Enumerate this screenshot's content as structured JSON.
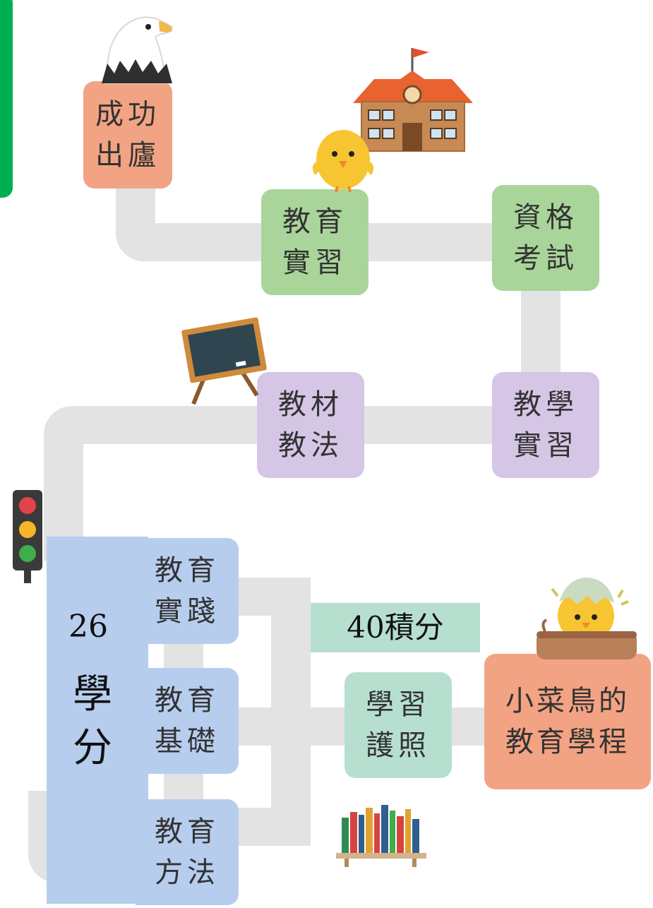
{
  "nodes": {
    "success": [
      "成功",
      "出廬"
    ],
    "practicum": [
      "教育",
      "實習"
    ],
    "exam": [
      "資格",
      "考試"
    ],
    "materials": [
      "教材",
      "教法"
    ],
    "teaching_practice": [
      "教學",
      "實習"
    ],
    "edu_practice": [
      "教育",
      "實踐"
    ],
    "edu_foundation": [
      "教育",
      "基礎"
    ],
    "edu_method": [
      "教育",
      "方法"
    ],
    "passport": [
      "學習",
      "護照"
    ],
    "program": [
      "小菜鳥的",
      "教育學程"
    ]
  },
  "credits": {
    "number": "26",
    "char1": "學",
    "char2": "分"
  },
  "points": "40積分",
  "colors": {
    "pink": "#f2a383",
    "green": "#a9d59a",
    "purple": "#d5c6e6",
    "blue": "#b7cdee",
    "mint": "#b6dfcf",
    "track": "#e3e3e3",
    "sidebar": "#00b050"
  },
  "icons": [
    "eagle-icon",
    "school-icon",
    "chick-icon",
    "blackboard-icon",
    "traffic-light-icon",
    "hatching-chick-icon",
    "bookshelf-icon"
  ]
}
